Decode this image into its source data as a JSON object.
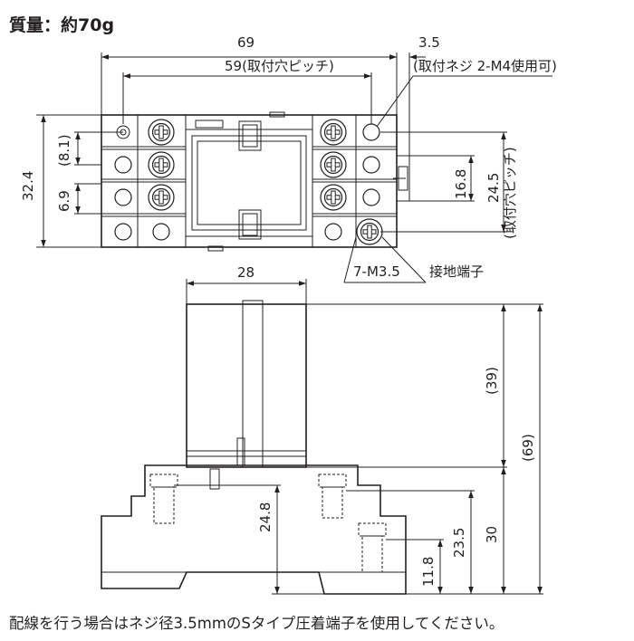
{
  "title": "質量：約70g",
  "top_view": {
    "dims": {
      "overall_width": "69",
      "mount_pitch": "59(取付穴ピッチ)",
      "screw_offset": "3.5",
      "screw_spec": "(取付ネジ 2-M4使用可)",
      "height_overall": "32.4",
      "pitch_a": "(8.1)",
      "pitch_b": "6.9",
      "rail_height": "16.8",
      "mount_pitch_vertical": "24.5",
      "mount_pitch_vertical_note": "(取付穴ピッチ)",
      "terminal_spec": "7-M3.5",
      "ground_terminal": "接地端子"
    }
  },
  "side_view": {
    "dims": {
      "relay_width": "28",
      "relay_height": "(39)",
      "total_height": "(69)",
      "base_height": "30",
      "terminal_height_1": "24.8",
      "terminal_height_2": "23.5",
      "terminal_height_3": "11.8"
    }
  },
  "footnote": "配線を行う場合はネジ径3.5mmのSタイプ圧着端子を使用してください。"
}
